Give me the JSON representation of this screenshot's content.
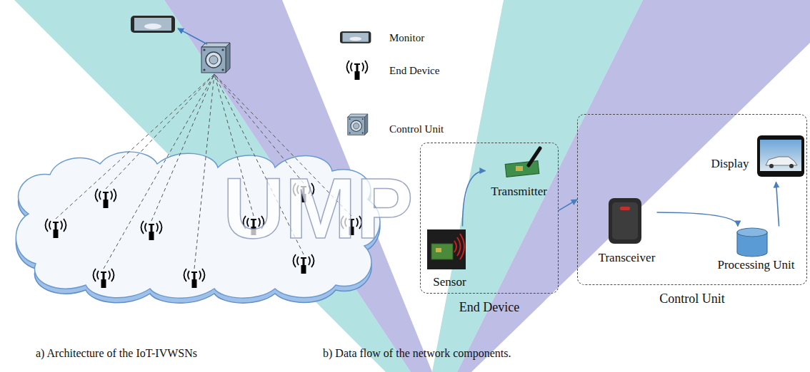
{
  "diagram": {
    "nodes": [
      {
        "text": [
          "End Device"
        ]
      },
      {
        "text": [
          "Sensor"
        ],
        "in": 0
      },
      {
        "text": [
          "Transmitter"
        ],
        "in": 0
      },
      {
        "text": [
          "Control Unit"
        ]
      },
      {
        "text": [
          "Transceiver"
        ],
        "in": 3
      },
      {
        "text": [
          "Processing Unit"
        ],
        "in": 3
      },
      {
        "text": [
          "Display"
        ],
        "in": 3
      }
    ],
    "edges": [
      {
        "from": 1,
        "to": 2,
        "arrow": "to"
      },
      {
        "from": 0,
        "to": 3,
        "arrow": "to"
      },
      {
        "from": 4,
        "to": 5,
        "arrow": "to"
      },
      {
        "from": 5,
        "to": 6,
        "arrow": "to"
      }
    ],
    "labels": [
      "a) Architecture of the IoT-IVWSNs",
      "b) Data flow of the network components.",
      "UMP"
    ],
    "legend": [
      {
        "text": "Monitor"
      },
      {
        "text": "End Device"
      },
      {
        "text": "Control Unit"
      }
    ]
  }
}
